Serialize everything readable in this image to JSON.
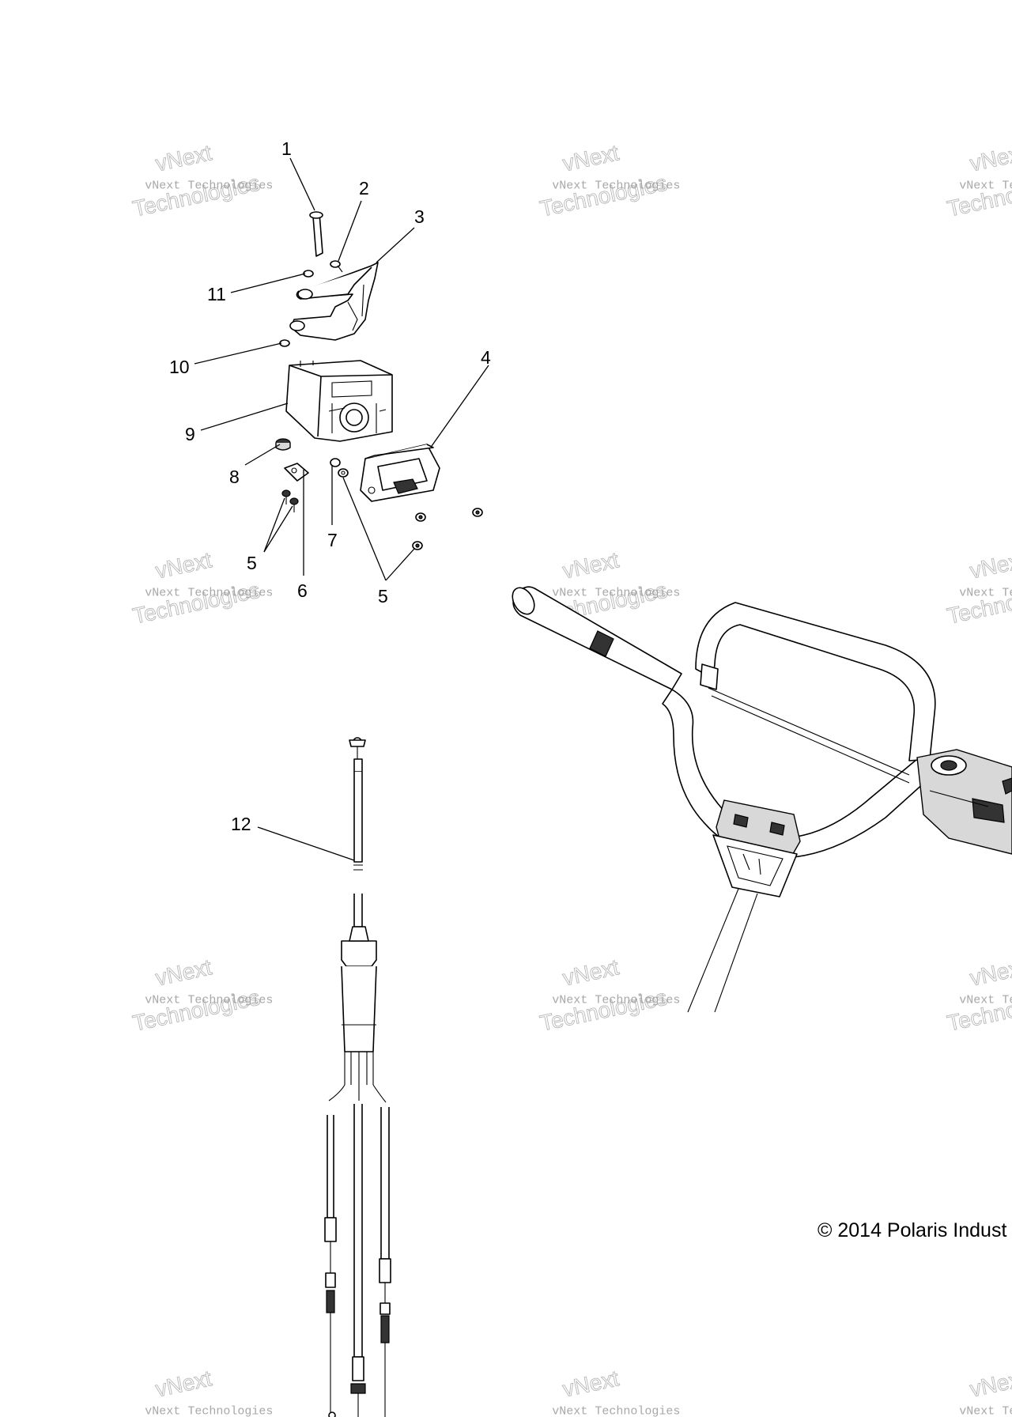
{
  "diagram": {
    "callouts": {
      "c1": "1",
      "c2": "2",
      "c3": "3",
      "c4": "4",
      "c5a": "5",
      "c5b": "5",
      "c6": "6",
      "c7": "7",
      "c8": "8",
      "c9": "9",
      "c10": "10",
      "c11": "11",
      "c12": "12"
    },
    "copyright": "© 2014 Polaris Indust",
    "watermark": {
      "line1": "vNext",
      "line2": "vNext Technologies",
      "line3": "Technologies"
    }
  }
}
